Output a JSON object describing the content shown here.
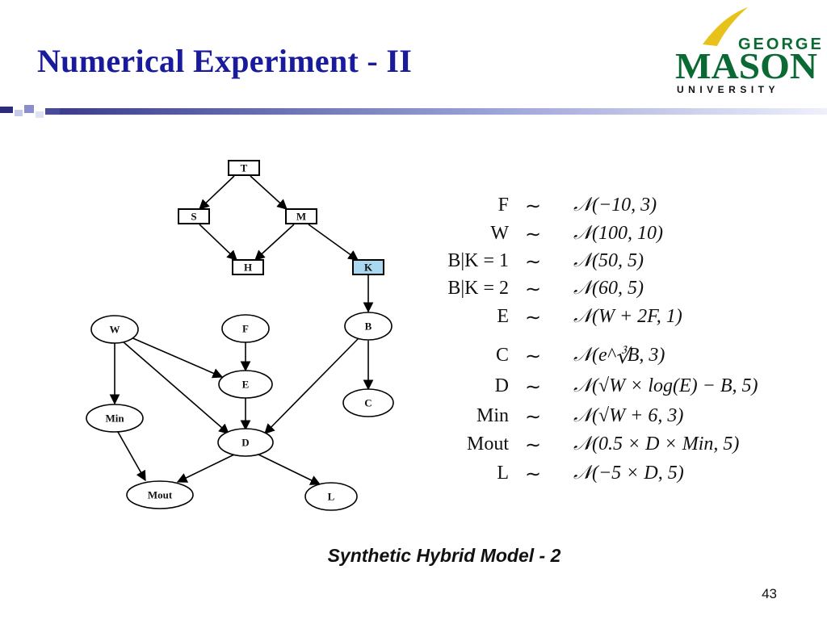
{
  "slide": {
    "title": "Numerical Experiment - II",
    "caption": "Synthetic Hybrid Model - 2",
    "page_number": "43"
  },
  "logo": {
    "line1": "GEORGE",
    "line2": "MASON",
    "line3": "UNIVERSITY",
    "colors": {
      "green": "#0b6a33",
      "gold": "#e8c21a"
    }
  },
  "colors": {
    "title": "#1a1a9c",
    "bar_dark": "#3d3d8c",
    "bar_light": "#b9bde4",
    "highlight_node": "#a9d8f0"
  },
  "diagram": {
    "nodes": {
      "T": "T",
      "S": "S",
      "M": "M",
      "H": "H",
      "K": "K",
      "W": "W",
      "F": "F",
      "B": "B",
      "E": "E",
      "C": "C",
      "Min": "Min",
      "D": "D",
      "Mout": "Mout",
      "L": "L"
    },
    "highlighted": [
      "K"
    ]
  },
  "distributions": [
    {
      "var": "F",
      "tilde": "∼",
      "expr": "𝒩(−10, 3)"
    },
    {
      "var": "W",
      "tilde": "∼",
      "expr": "𝒩(100, 10)"
    },
    {
      "var": "B|K = 1",
      "tilde": "∼",
      "expr": "𝒩(50, 5)"
    },
    {
      "var": "B|K = 2",
      "tilde": "∼",
      "expr": "𝒩(60, 5)"
    },
    {
      "var": "E",
      "tilde": "∼",
      "expr": "𝒩(W + 2F, 1)"
    },
    {
      "var": "C",
      "tilde": "∼",
      "expr": "𝒩(e^∛B, 3)"
    },
    {
      "var": "D",
      "tilde": "∼",
      "expr": "𝒩(√W × log(E) − B, 5)"
    },
    {
      "var": "Min",
      "tilde": "∼",
      "expr": "𝒩(√W + 6, 3)"
    },
    {
      "var": "Mout",
      "tilde": "∼",
      "expr": "𝒩(0.5 × D × Min, 5)"
    },
    {
      "var": "L",
      "tilde": "∼",
      "expr": "𝒩(−5 × D, 5)"
    }
  ]
}
